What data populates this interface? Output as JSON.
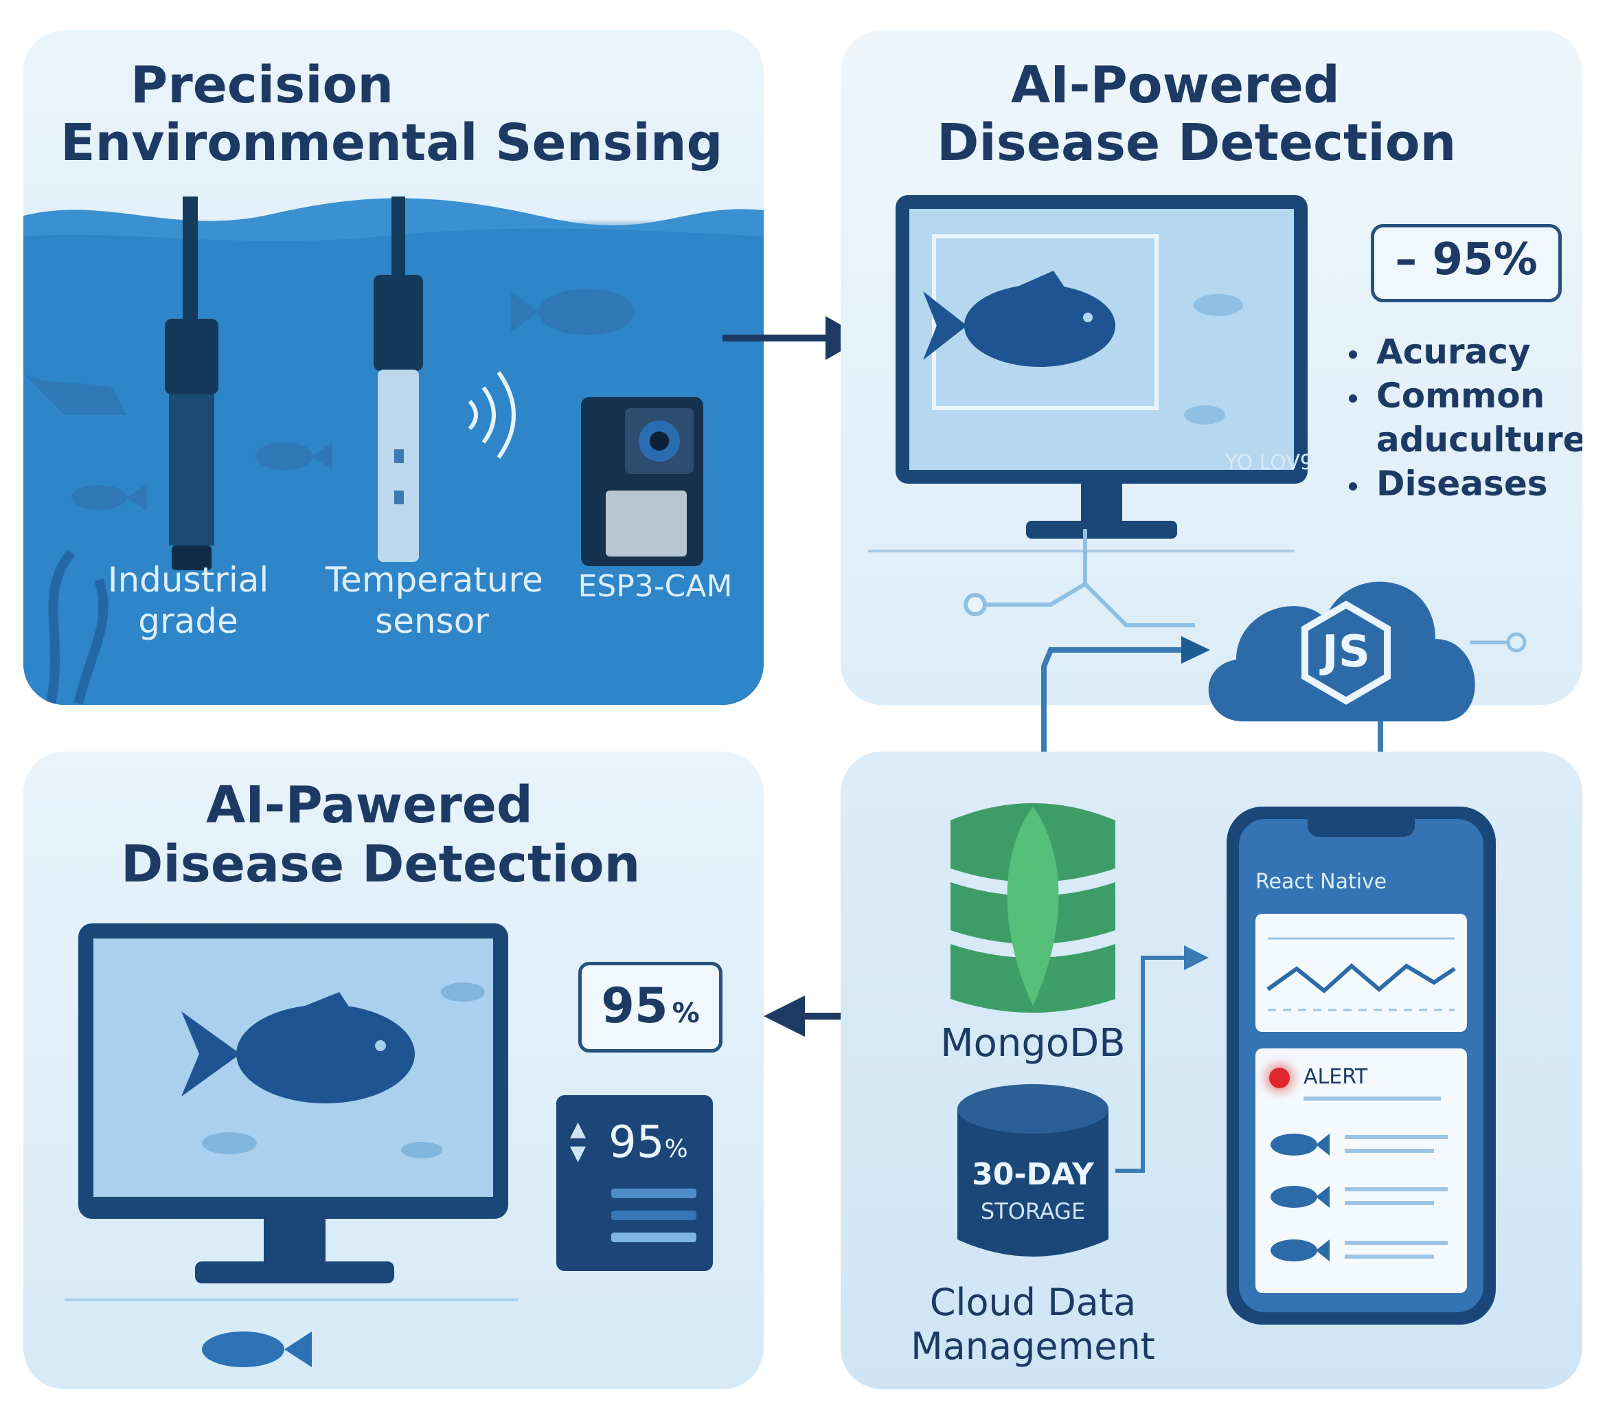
{
  "panel_sensing": {
    "title_line1": "Precision",
    "title_line2": "Environmental Sensing",
    "sensor1_line1": "Industrial",
    "sensor1_line2": "grade",
    "sensor2_line1": "Temperature",
    "sensor2_line2": "sensor",
    "sensor3": "ESP3-CAM"
  },
  "panel_detection_top": {
    "title_line1": "AI-Powered",
    "title_line2": "Disease Detection",
    "screen_caption": "YO LOV9",
    "accuracy_badge": "– 95%",
    "bullets": [
      "Acuracy",
      "Common",
      "aduculture",
      "Diseases"
    ]
  },
  "panel_detection_bottom": {
    "title_line1": "AI-Pawered",
    "title_line2": "Disease Detection",
    "badge_number": "95",
    "badge_unit": "%",
    "card_value": "95",
    "card_unit": "%"
  },
  "panel_cloud": {
    "cloud_icon_label": "JS",
    "db_label": "MongoDB",
    "storage_line1": "30-DAY",
    "storage_line2": "STORAGE",
    "caption_line1": "Cloud Data",
    "caption_line2": "Management",
    "phone_header": "React Native",
    "alert_label": "ALERT"
  },
  "colors": {
    "navy": "#1c3a63",
    "water": "#2a7fc4",
    "accent_blue": "#2f6fa8",
    "mongo_green": "#3fa56a",
    "alert_red": "#e0262a"
  }
}
